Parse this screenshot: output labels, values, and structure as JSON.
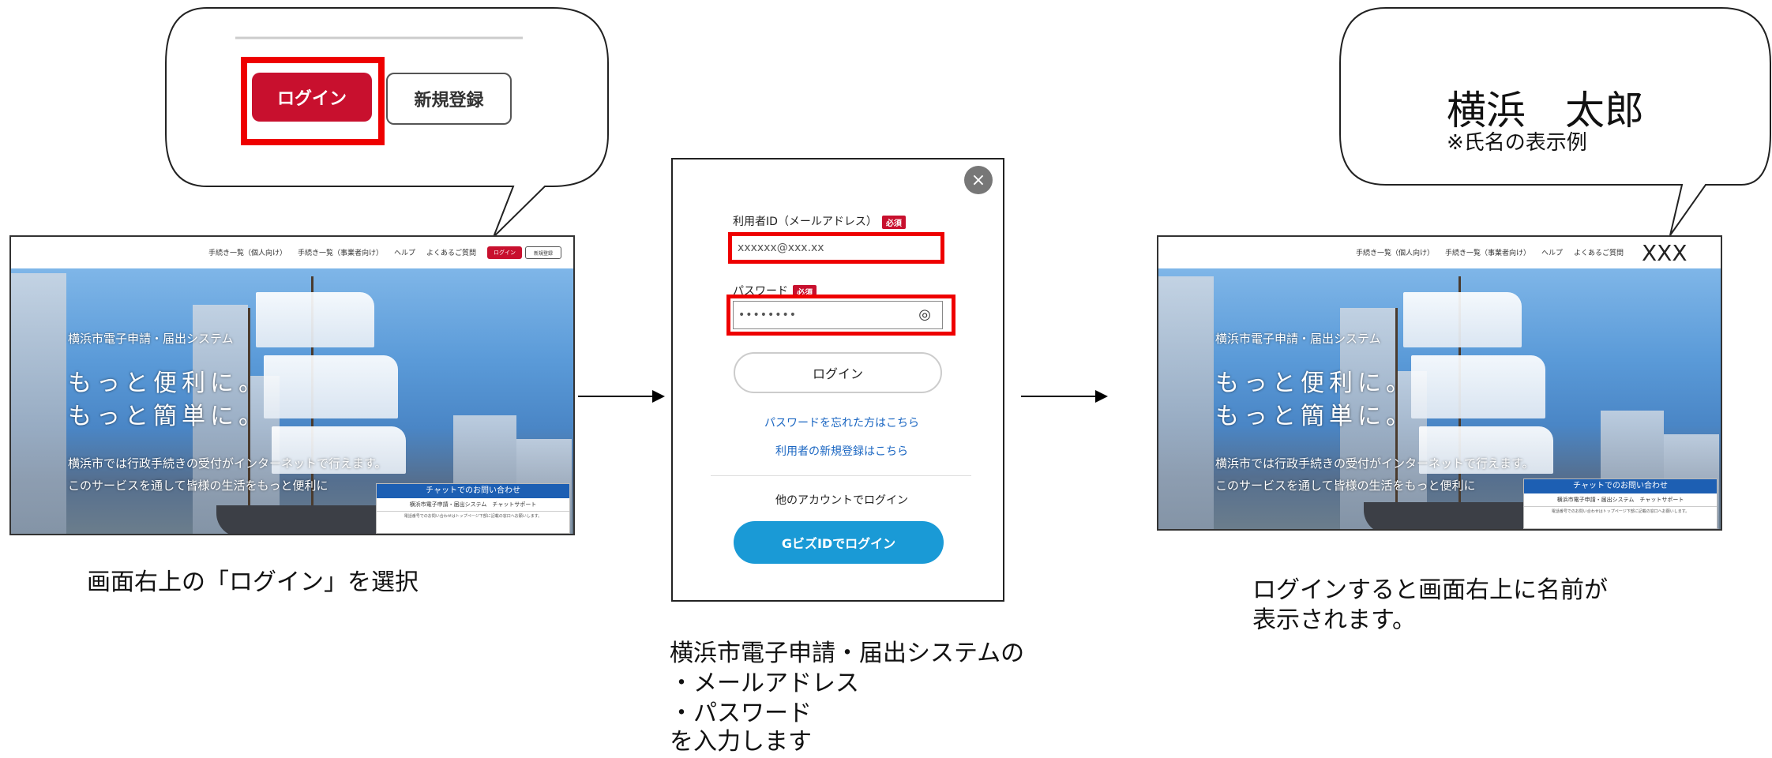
{
  "callout_left": {
    "login_label": "ログイン",
    "register_label": "新規登録"
  },
  "callout_right": {
    "name": "横浜　太郎",
    "name_note": "※氏名の表示例"
  },
  "site_screenshot": {
    "nav_links": [
      "手続き一覧（個人向け）",
      "手続き一覧（事業者向け）",
      "ヘルプ",
      "よくあるご質問"
    ],
    "login_label": "ログイン",
    "register_label": "新規登録",
    "user_label": "XXX",
    "system_name": "横浜市電子申請・届出システム",
    "headline_1": "もっと便利に。",
    "headline_2": "もっと簡単に。",
    "body_1": "横浜市では行政手続きの受付がインターネットで行えます。",
    "body_2": "このサービスを通して皆様の生活をもっと便利に",
    "chat_title": "チャットでのお問い合わせ",
    "chat_line": "横浜市電子申請・届出システム　チャットサポート",
    "chat_note": "電話番号でのお問い合わせはトップページ下部に記載の窓口へお願いします。"
  },
  "login_modal": {
    "close_label": "×",
    "user_id_label": "利用者ID（メールアドレス）",
    "required_badge": "必須",
    "user_id_value": "xxxxxx@xxx.xx",
    "password_label": "パスワード",
    "password_value": "••••••••",
    "eye_icon": "◎",
    "login_button": "ログイン",
    "forgot_password_link": "パスワードを忘れた方はこちら",
    "register_link": "利用者の新規登録はこちら",
    "other_account_label": "他のアカウントでログイン",
    "gbiz_button": "GビズIDでログイン"
  },
  "captions": {
    "step1": "画面右上の「ログイン」を選択",
    "step2_lines": [
      "横浜市電子申請・届出システムの",
      "・メールアドレス",
      "・パスワード",
      "を入力します"
    ],
    "step3_lines": [
      "ログインすると画面右上に名前が",
      "表示されます。"
    ]
  },
  "colors": {
    "accent_red": "#c8102e",
    "highlight_red": "#ee0000",
    "gbiz_blue": "#1a9ad6",
    "link_blue": "#1a66c2"
  }
}
